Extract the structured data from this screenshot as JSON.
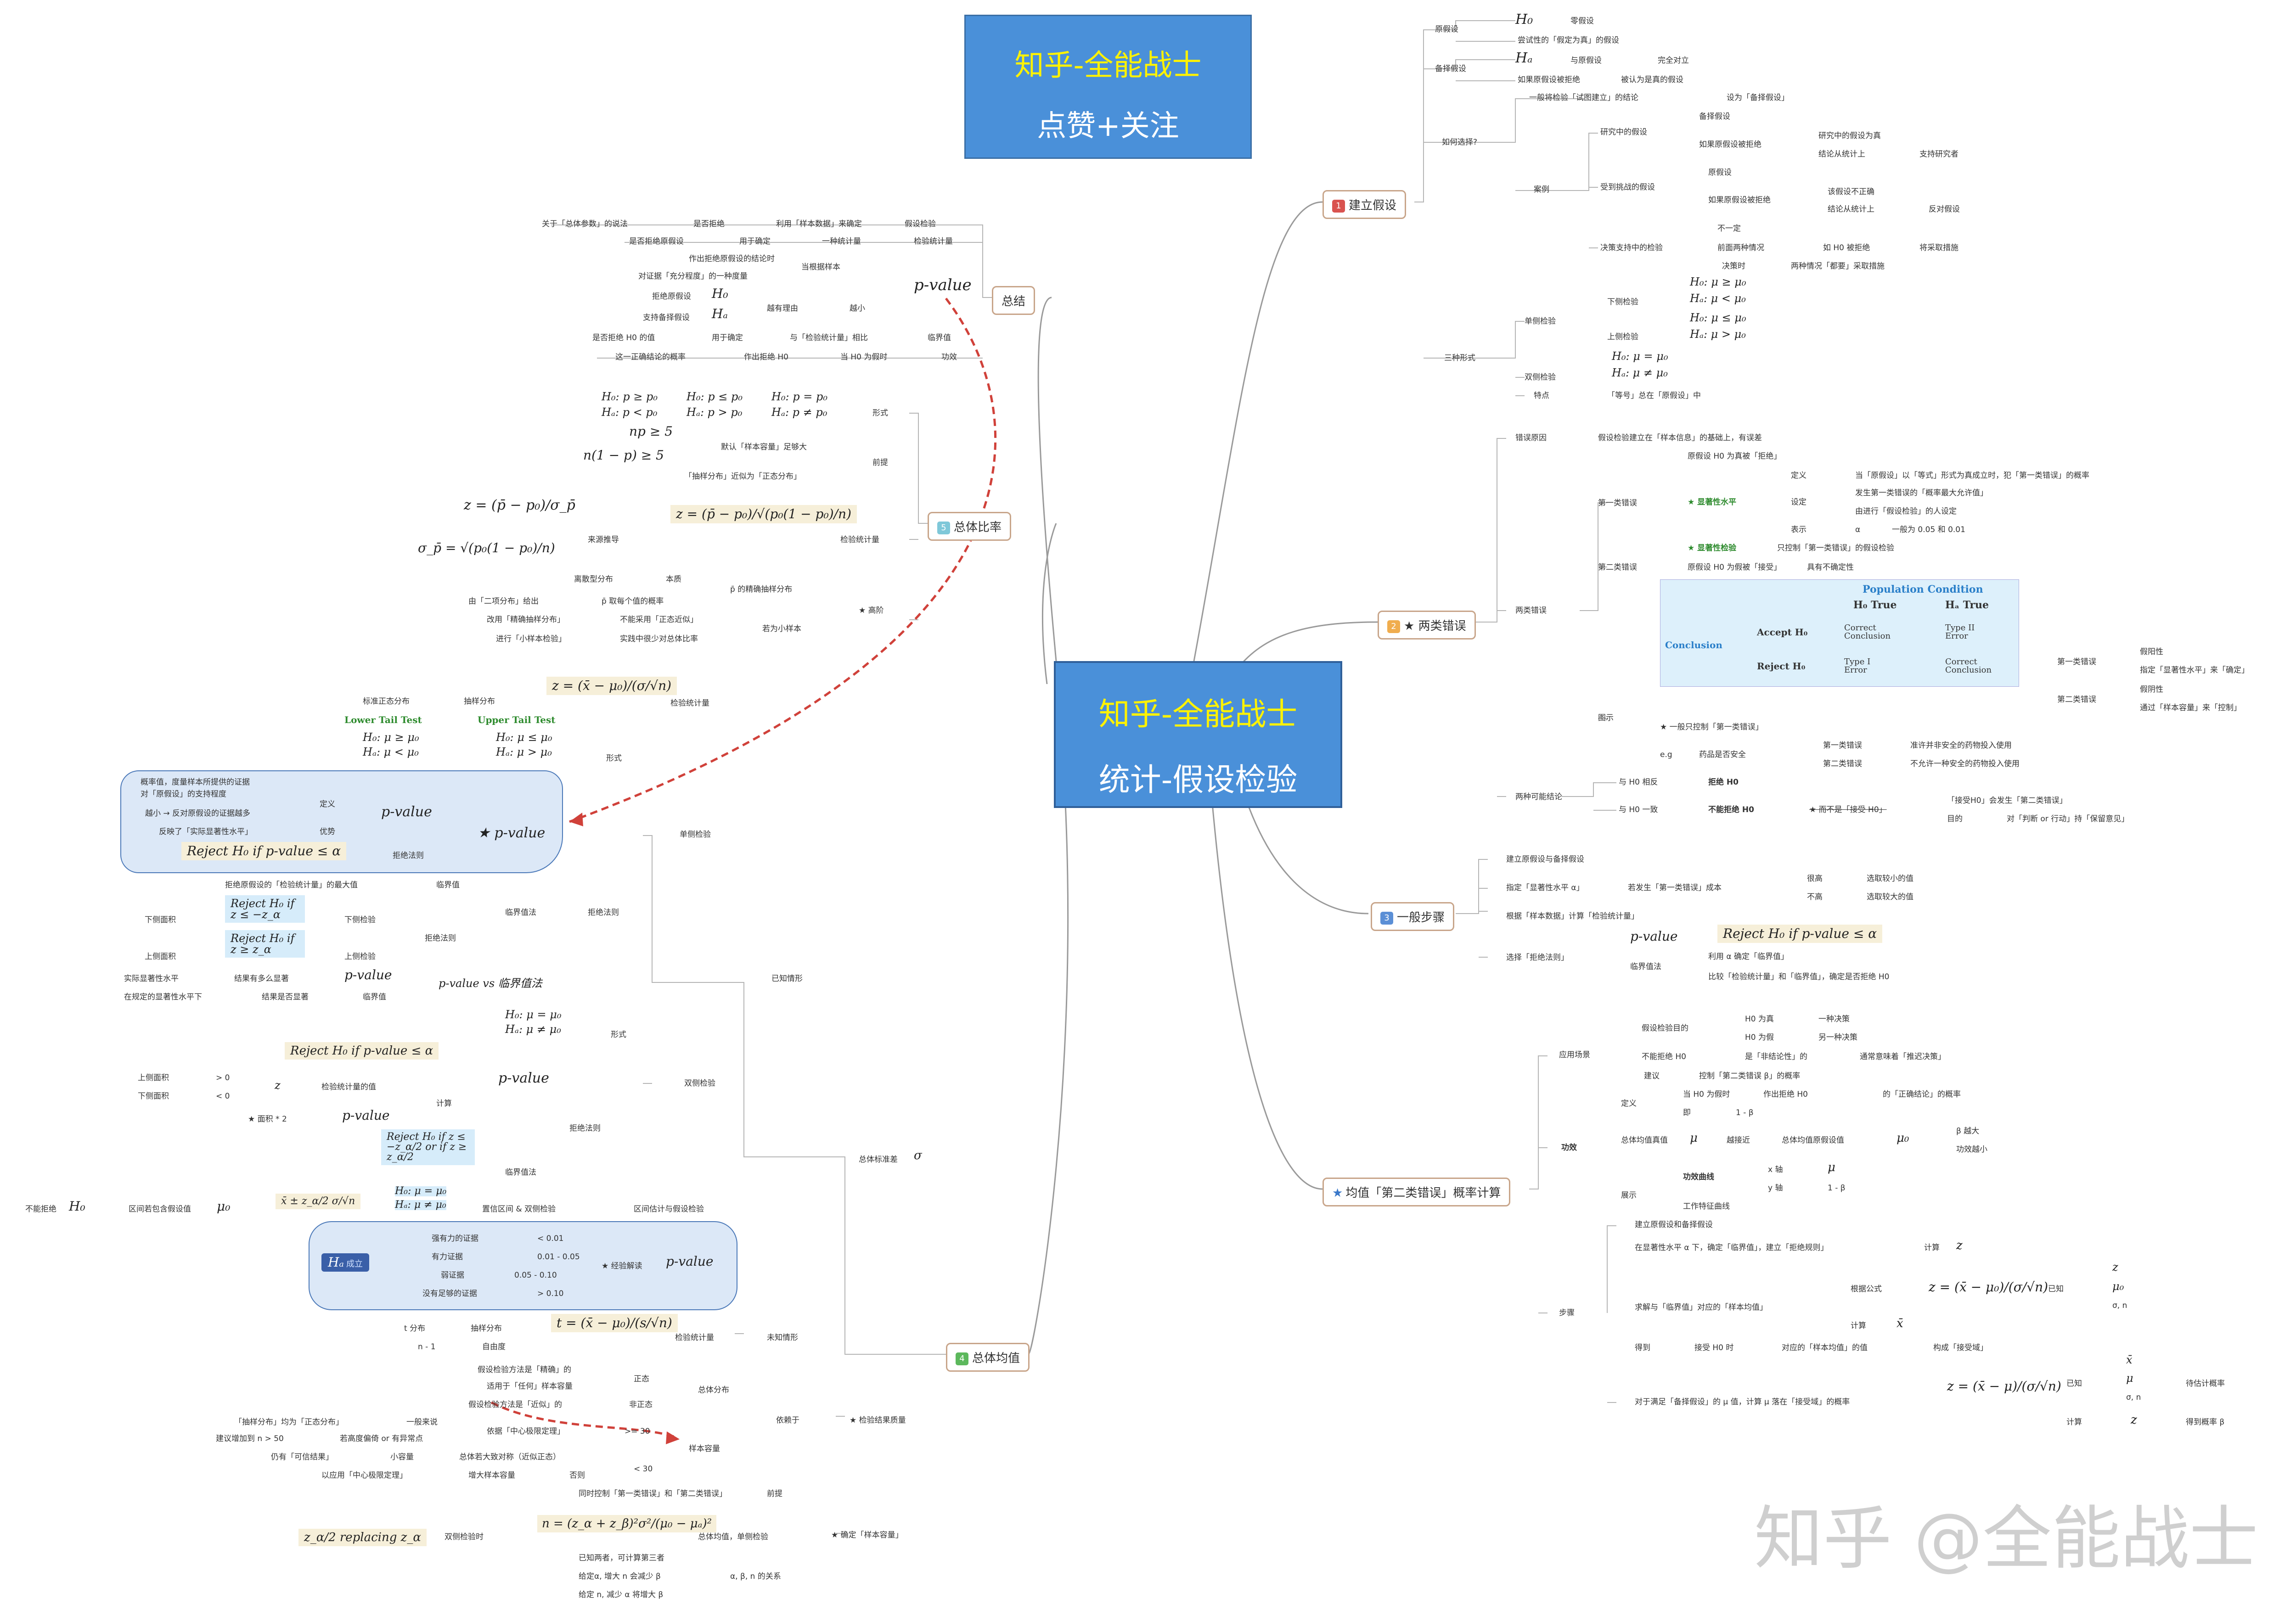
{
  "banner": {
    "line1": "知乎-全能战士",
    "line2": "点赞+关注"
  },
  "center": {
    "line1": "知乎-全能战士",
    "line2": "统计-假设检验"
  },
  "watermark": "知乎 @全能战士",
  "colors": {
    "center_bg": "#4a90d9",
    "banner_text": "#fff200",
    "branch_border": "#c8a58a",
    "curve": "#d0413a",
    "panel": "#dce8f7"
  },
  "branches": {
    "b1": {
      "num": "1",
      "label": "建立假设"
    },
    "b2": {
      "num": "2",
      "label": "★ 两类错误"
    },
    "b3": {
      "num": "3",
      "label": "一般步骤"
    },
    "b4": {
      "num": "★",
      "label": "均值「第二类错误」概率计算"
    },
    "summary": {
      "label": "总结"
    },
    "prop": {
      "num": "5",
      "label": "总体比率"
    },
    "mean": {
      "num": "4",
      "label": "总体均值"
    }
  },
  "hyp": {
    "null": "原假设",
    "h0": "H₀",
    "null_1": "零假设",
    "null_2": "尝试性的「假定为真」的假设",
    "alt": "备择假设",
    "ha": "Hₐ",
    "alt_1": "与原假设",
    "alt_2": "完全对立",
    "alt_3": "如果原假设被拒绝",
    "alt_4": "被认为是真的假设",
    "how": "如何选择?",
    "how_1": "一般将检验「试图建立」的结论",
    "how_2": "设为「备择假设」",
    "case": "案例",
    "c1": "研究中的假设",
    "c1a": "备择假设",
    "c1b": "如果原假设被拒绝",
    "c1c": "研究中的假设为真",
    "c1d": "结论从统计上",
    "c1e": "支持研究者",
    "c2": "受到挑战的假设",
    "c2a": "原假设",
    "c2b": "如果原假设被拒绝",
    "c2c": "该假设不正确",
    "c2d": "结论从统计上",
    "c2e": "反对假设",
    "c3": "决策支持中的检验",
    "c3a": "不一定",
    "c3b": "前面两种情况",
    "c3c": "如 H0 被拒绝",
    "c3d": "将采取措施",
    "c3e": "决策时",
    "c3f": "两种情况「都要」采取措施",
    "three": "三种形式",
    "single": "单侧检验",
    "lower": "下侧检验",
    "upper": "上侧检验",
    "double": "双侧检验",
    "m1": "H₀: μ ≥ μ₀",
    "m2": "Hₐ: μ < μ₀",
    "m3": "H₀: μ ≤ μ₀",
    "m4": "Hₐ: μ > μ₀",
    "m5": "H₀: μ = μ₀",
    "m6": "Hₐ: μ ≠ μ₀",
    "feature": "特点",
    "feature_1": "「等号」总在「原假设」中"
  },
  "errors": {
    "cause": "错误原因",
    "cause_1": "假设检验建立在「样本信息」的基础上，有误差",
    "kinds": "两类错误",
    "type1": "第一类错误",
    "t1a": "原假设 H0 为真被「拒绝」",
    "sig": "★ 显著性水平",
    "def": "定义",
    "def_1": "当「原假设」以「等式」形式为真成立时，犯「第一类错误」的概率",
    "set": "设定",
    "set_1": "发生第一类错误的「概率最大允许值」",
    "set_2": "由进行「假设检验」的人设定",
    "show": "表示",
    "alpha": "α",
    "alpha_1": "一般为 0.05 和 0.01",
    "sigtest": "★ 显著性检验",
    "sigtest_1": "只控制「第一类错误」的假设检验",
    "type2": "第二类错误",
    "t2a": "原假设 H0 为假被「接受」",
    "t2b": "具有不确定性",
    "fig": "图示",
    "pc": "Population Condition",
    "h0true": "H₀ True",
    "hatrue": "Hₐ True",
    "conclusion": "Conclusion",
    "acc": "Accept H₀",
    "rej": "Reject H₀",
    "cc1": "Correct Conclusion",
    "t2e": "Type II Error",
    "t1e": "Type I Error",
    "cc2": "Correct Conclusion",
    "r1": "第一类错误",
    "r1a": "假阳性",
    "r1b": "指定「显著性水平」来「确定」",
    "r2": "第二类错误",
    "r2a": "假阴性",
    "r2b": "通过「样本容量」来「控制」",
    "ctrl": "★ 一般只控制「第一类错误」",
    "eg": "e.g",
    "eg_1": "药品是否安全",
    "eg_2": "第一类错误",
    "eg_3": "准许并非安全的药物投入使用",
    "eg_4": "第二类错误",
    "eg_5": "不允许一种安全的药物投入使用",
    "two": "两种可能结论",
    "tw1": "与 H0 相反",
    "tw1a": "拒绝 H0",
    "tw2": "与 H0 一致",
    "tw2a": "不能拒绝 H0",
    "tw2b": "★ 而不是「接受 H0」",
    "tw2c": "「接受H0」会发生「第二类错误」",
    "tw2d": "目的",
    "tw2e": "对「判断 or 行动」持「保留意见」"
  },
  "steps": {
    "s1": "建立原假设与备择假设",
    "s2": "指定「显著性水平 α」",
    "s2a": "若发生「第一类错误」成本",
    "s2b": "很高",
    "s2c": "选取较小的值",
    "s2d": "不高",
    "s2e": "选取较大的值",
    "s3": "根据「样本数据」计算「检验统计量」",
    "s4": "选择「拒绝法则」",
    "s4a": "p-value",
    "s4b": "Reject H₀ if p-value ≤ α",
    "s4c": "临界值法",
    "s4d": "利用 α 确定「临界值」",
    "s4e": "比较「检验统计量」和「临界值」，确定是否拒绝 H0"
  },
  "beta": {
    "app": "应用场景",
    "a1": "假设检验目的",
    "a1a": "H0 为真",
    "a1b": "一种决策",
    "a1c": "H0 为假",
    "a1d": "另一种决策",
    "a2": "不能拒绝 H0",
    "a2a": "是「非结论性」的",
    "a2b": "通常意味着「推迟决策」",
    "a3": "建议",
    "a3a": "控制「第二类错误 β」的概率",
    "power": "功效",
    "p1": "定义",
    "p1a": "当 H0 为假时",
    "p1b": "作出拒绝 H0",
    "p1c": "的「正确结论」的概率",
    "p2": "即",
    "p2a": "1 - β",
    "p3": "总体均值真值",
    "p3mu": "μ",
    "p3a": "越接近",
    "p3b": "总体均值原假设值",
    "p3c": "μ₀",
    "p3d": "β 越大",
    "p3e": "功效越小",
    "p4": "展示",
    "p4a": "功效曲线",
    "p4b": "x 轴",
    "p4c": "μ",
    "p4d": "y 轴",
    "p4e": "1 - β",
    "p4f": "工作特征曲线",
    "steps": "步骤",
    "st1": "建立原假设和备择假设",
    "st2": "在显著性水平 α 下，确定「临界值」，建立「拒绝规则」",
    "st2a": "计算",
    "st2b": "z",
    "st3": "求解与「临界值」对应的「样本均值」",
    "st3a": "根据公式",
    "st3b": "z = (x̄ − μ₀)/(σ/√n)",
    "st3c": "已知",
    "st3d": "z",
    "st3e": "μ₀",
    "st3f": "σ, n",
    "st3g": "计算",
    "st3h": "x̄",
    "st4": "得到",
    "st4a": "接受 H0 时",
    "st4b": "对应的「样本均值」的值",
    "st4c": "构成「接受域」",
    "st5": "对于满足「备择假设」的 μ 值，计算 μ 落在「接受域」的概率",
    "st5a": "z = (x̄ − μ)/(σ/√n)",
    "st5b": "已知",
    "st5c": "x̄",
    "st5d": "μ",
    "st5e": "σ, n",
    "st5f": "待估计概率",
    "st5g": "计算",
    "st5h": "z",
    "st5i": "得到概率 β"
  },
  "summary": {
    "s1": "关于「总体参数」的说法",
    "s1a": "是否拒绝",
    "s1b": "利用「样本数据」来确定",
    "s1c": "假设检验",
    "s2": "是否拒绝原假设",
    "s2a": "用于确定",
    "s2b": "一种统计量",
    "s2c": "检验统计量",
    "pv": "p-value",
    "s3": "作出拒绝原假设的结论时",
    "s4": "对证据「充分程度」的一种度量",
    "s4a": "当根据样本",
    "s5": "拒绝原假设",
    "s5h": "H₀",
    "s6": "支持备择假设",
    "s6h": "Hₐ",
    "s6a": "越有理由",
    "s6b": "越小",
    "s7": "是否拒绝 H0 的值",
    "s7a": "用于确定",
    "s7b": "与「检验统计量」相比",
    "s7c": "临界值",
    "s8": "这一正确结论的概率",
    "s8a": "作出拒绝 H0",
    "s8b": "当 H0 为假时",
    "s8c": "功效"
  },
  "prop": {
    "f1": "H₀: p ≥ p₀",
    "f2": "Hₐ: p < p₀",
    "f3": "H₀: p ≤ p₀",
    "f4": "Hₐ: p > p₀",
    "f5": "H₀: p = p₀",
    "f6": "Hₐ: p ≠ p₀",
    "form": "形式",
    "np": "np ≥ 5",
    "n1p": "n(1 − p) ≥ 5",
    "np_a": "默认「样本容量」足够大",
    "np_b": "「抽样分布」近似为「正态分布」",
    "pre": "前提",
    "zz": "z = (p̄ − p₀)/σ_p̄",
    "sig": "σ_p̄ = √(p₀(1 − p₀)/n)",
    "src": "来源推导",
    "zs": "z = (p̄ − p₀)/√(p₀(1 − p₀)/n)",
    "stat": "检验统计量",
    "adv": "★ 高阶",
    "d1": "离散型分布",
    "d2": "本质",
    "d3": "p̄ 的精确抽样分布",
    "d4": "由「二项分布」给出",
    "d5": "p̄ 取每个值的概率",
    "d6": "改用「精确抽样分布」",
    "d7": "不能采用「正态近似」",
    "d8": "若为小样本",
    "d9": "进行「小样本检验」",
    "d10": "实践中很少对总体比率"
  },
  "mean": {
    "known": "已知情形",
    "unknown": "未知情形",
    "sigma": "总体标准差",
    "sigma_sym": "σ",
    "z": "z = (x̄ − μ₀)/(σ/√n)",
    "zstat": "检验统计量",
    "std": "标准正态分布",
    "samp": "抽样分布",
    "ltt": "Lower Tail Test",
    "utt": "Upper Tail Test",
    "l1": "H₀: μ ≥ μ₀",
    "l2": "Hₐ: μ < μ₀",
    "u1": "H₀: μ ≤ μ₀",
    "u2": "Hₐ: μ > μ₀",
    "form": "形式",
    "single": "单侧检验",
    "pv1": "概率值，度量样本所提供的证据",
    "pv2": "对「原假设」的支持程度",
    "pv3": "越小 → 反对原假设的证据越多",
    "pv4": "反映了「实际显著性水平」",
    "pvdef": "定义",
    "pvadv": "优势",
    "pvlabel": "p-value",
    "pvrule": "Reject H₀ if p-value ≤ α",
    "rule": "拒绝法则",
    "pvstar": "★ p-value",
    "cv0": "拒绝原假设的「检验统计量」的最大值",
    "cv0a": "临界值",
    "cvlow": "下侧面积",
    "cvr1": "Reject H₀ if z ≤ −z_α",
    "cvlow2": "下侧检验",
    "cvup": "上侧面积",
    "cvr2": "Reject H₀ if z ≥ z_α",
    "cvup2": "上侧检验",
    "cvrule": "拒绝法则",
    "cvm": "临界值法",
    "cmp1": "实际显著性水平",
    "cmp2": "结果有多么显著",
    "cmp3": "在规定的显著性水平下",
    "cmp4": "结果是否显著",
    "cmp5": "临界值",
    "cmpvs": "p-value vs 临界值法",
    "d1": "H₀: μ = μ₀",
    "d2": "Hₐ: μ ≠ μ₀",
    "dform": "形式",
    "dpv": "Reject H₀ if p-value ≤ α",
    "dpvl": "p-value",
    "dz1": "上侧面积",
    "dz1a": "> 0",
    "dz2": "下侧面积",
    "dz2a": "< 0",
    "dzz": "z",
    "dzz2": "检验统计量的值",
    "dcalc": "计算",
    "dstar": "★ 面积 * 2",
    "dpv2": "p-value",
    "dcv": "Reject H₀ if z ≤ −z_α/2 or if z ≥ z_α/2",
    "dcvm": "临界值法",
    "drej": "拒绝法则",
    "double": "双侧检验",
    "ci0": "不能拒绝",
    "ci0h": "H₀",
    "ci1": "区间若包含假设值",
    "ci1m": "μ₀",
    "ci2": "x̄ ± z_α/2 σ/√n",
    "ci3": "H₀: μ = μ₀",
    "ci3b": "Hₐ: μ ≠ μ₀",
    "ci4": "置信区间 & 双侧检验",
    "ci5": "区间估计与假设检验",
    "e1": "强有力的证据",
    "e1a": "< 0.01",
    "e2": "有力证据",
    "e2a": "0.01 - 0.05",
    "e3": "弱证据",
    "e3a": "0.05 - 0.10",
    "e4": "没有足够的证据",
    "e4a": "> 0.10",
    "eha": "Hₐ",
    "ehab": "成立",
    "estar": "★ 经验解读",
    "epv": "p-value",
    "t1": "t 分布",
    "t1a": "抽样分布",
    "t2": "n - 1",
    "t2a": "自由度",
    "tz": "t = (x̄ − μ₀)/(s/√n)",
    "tstat": "检验统计量",
    "q1": "假设检验方法是「精确」的",
    "q1a": "正态",
    "q2": "适用于「任何」样本容量",
    "q3": "假设检验方法是「近似」的",
    "q3a": "非正态",
    "q4": "总体分布",
    "q5": "「抽样分布」均为「正态分布」",
    "q5a": "一般来说",
    "q6": "建议增加到 n > 50",
    "q6a": "若高度偏倚 or 有异常点",
    "q6b": "依据「中心极限定理」",
    "q6c": ">= 30",
    "q7": "仍有「可信结果」",
    "q7a": "小容量",
    "q7b": "总体若大致对称（近似正态）",
    "q7c": "样本容量",
    "q8": "以应用「中心极限定理」",
    "q8a": "增大样本容量",
    "q8b": "否则",
    "q8c": "< 30",
    "q9": "依赖于",
    "q10": "★ 检验结果质量",
    "n1": "同时控制「第一类错误」和「第二类错误」",
    "n1a": "前提",
    "n2": "n = (z_α + z_β)²σ²/(μ₀ − μₐ)²",
    "n2a": "z_α/2 replacing z_α",
    "n2b": "双侧检验时",
    "n2c": "总体均值，单侧检验",
    "n3": "已知两者，可计算第三者",
    "n4": "给定α, 增大 n 会减少 β",
    "n4a": "α, β, n 的关系",
    "n5": "给定 n, 减少 α 将增大 β",
    "n6": "★ 确定「样本容量」"
  }
}
